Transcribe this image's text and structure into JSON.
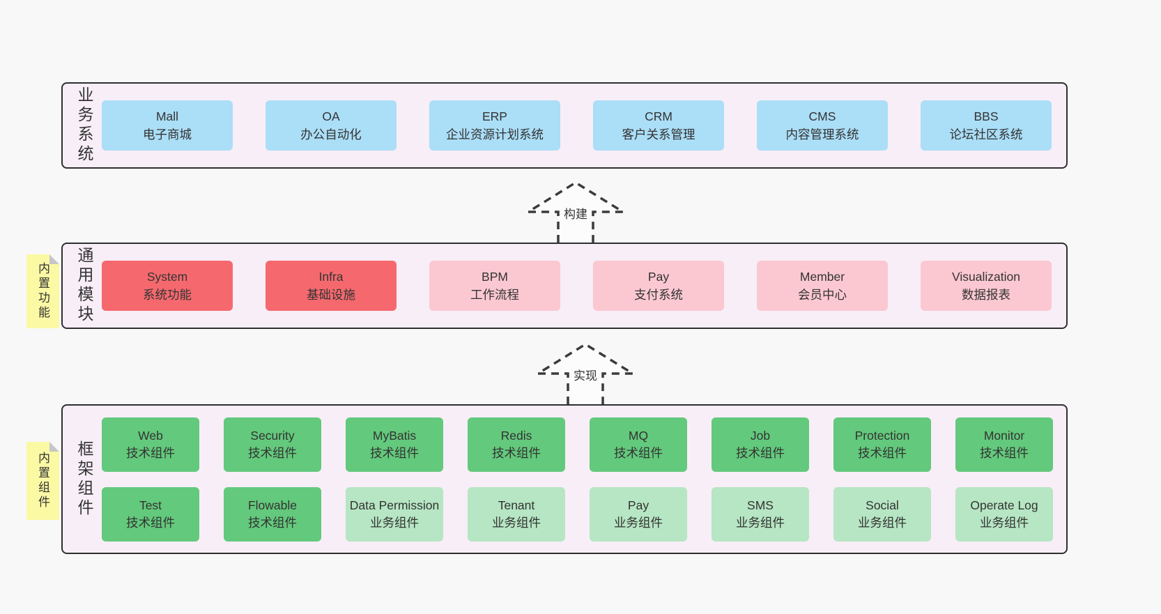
{
  "diagram": {
    "colors": {
      "page_bg": "#f8f8f8",
      "layer_bg": "#f8eef7",
      "layer_border": "#2f2f2f",
      "blue": "#abdef7",
      "red": "#f5696e",
      "pink": "#fbc8d2",
      "green": "#63c97c",
      "lightgreen": "#b6e6c3",
      "sticky_yellow": "#fbf9a4",
      "fold_gray": "#c6c6ca",
      "text": "#333333"
    },
    "layers": [
      {
        "id": "business-systems",
        "label": "业务系统",
        "sticky": null,
        "rows": [
          [
            {
              "name": "Mall",
              "desc": "电子商城",
              "style": "blue"
            },
            {
              "name": "OA",
              "desc": "办公自动化",
              "style": "blue"
            },
            {
              "name": "ERP",
              "desc": "企业资源计划系统",
              "style": "blue"
            },
            {
              "name": "CRM",
              "desc": "客户关系管理",
              "style": "blue"
            },
            {
              "name": "CMS",
              "desc": "内容管理系统",
              "style": "blue"
            },
            {
              "name": "BBS",
              "desc": "论坛社区系统",
              "style": "blue"
            }
          ]
        ]
      },
      {
        "id": "common-modules",
        "label": "通用模块",
        "sticky": "内置功能",
        "rows": [
          [
            {
              "name": "System",
              "desc": "系统功能",
              "style": "red"
            },
            {
              "name": "Infra",
              "desc": "基础设施",
              "style": "red"
            },
            {
              "name": "BPM",
              "desc": "工作流程",
              "style": "pink"
            },
            {
              "name": "Pay",
              "desc": "支付系统",
              "style": "pink"
            },
            {
              "name": "Member",
              "desc": "会员中心",
              "style": "pink"
            },
            {
              "name": "Visualization",
              "desc": "数据报表",
              "style": "pink"
            }
          ]
        ]
      },
      {
        "id": "framework-components",
        "label": "框架组件",
        "sticky": "内置组件",
        "rows": [
          [
            {
              "name": "Web",
              "desc": "技术组件",
              "style": "green"
            },
            {
              "name": "Security",
              "desc": "技术组件",
              "style": "green"
            },
            {
              "name": "MyBatis",
              "desc": "技术组件",
              "style": "green"
            },
            {
              "name": "Redis",
              "desc": "技术组件",
              "style": "green"
            },
            {
              "name": "MQ",
              "desc": "技术组件",
              "style": "green"
            },
            {
              "name": "Job",
              "desc": "技术组件",
              "style": "green"
            },
            {
              "name": "Protection",
              "desc": "技术组件",
              "style": "green"
            },
            {
              "name": "Monitor",
              "desc": "技术组件",
              "style": "green"
            }
          ],
          [
            {
              "name": "Test",
              "desc": "技术组件",
              "style": "green"
            },
            {
              "name": "Flowable",
              "desc": "技术组件",
              "style": "green"
            },
            {
              "name": "Data Permission",
              "desc": "业务组件",
              "style": "lightgreen"
            },
            {
              "name": "Tenant",
              "desc": "业务组件",
              "style": "lightgreen"
            },
            {
              "name": "Pay",
              "desc": "业务组件",
              "style": "lightgreen"
            },
            {
              "name": "SMS",
              "desc": "业务组件",
              "style": "lightgreen"
            },
            {
              "name": "Social",
              "desc": "业务组件",
              "style": "lightgreen"
            },
            {
              "name": "Operate Log",
              "desc": "业务组件",
              "style": "lightgreen"
            }
          ]
        ]
      }
    ],
    "arrows": [
      {
        "label": "构建"
      },
      {
        "label": "实现"
      }
    ]
  }
}
